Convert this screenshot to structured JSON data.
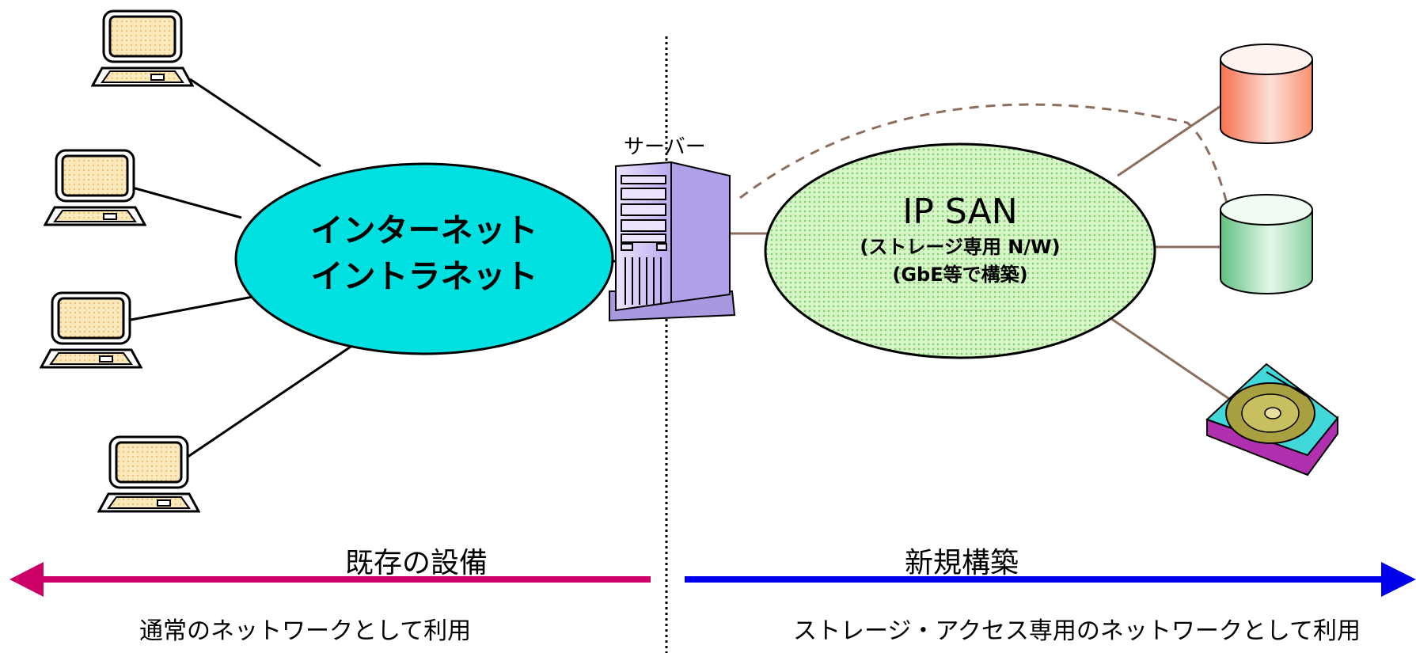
{
  "server": {
    "label": "サーバー"
  },
  "internet_cloud": {
    "line1": "インターネット",
    "line2": "イントラネット"
  },
  "ipsan_cloud": {
    "title": "IP SAN",
    "line1": "(ストレージ専用 N/W)",
    "line2": "(GbE等で構築)"
  },
  "left_section": {
    "heading": "既存の設備",
    "caption": "通常のネットワークとして利用",
    "arrow_color": "#cc0066"
  },
  "right_section": {
    "heading": "新規構築",
    "caption": "ストレージ・アクセス専用のネットワークとして利用",
    "arrow_color": "#0000ee"
  },
  "colors": {
    "internet_fill": "#00e0e0",
    "ipsan_fill": "#ccf0b8",
    "pc_screen": "#fbe3a8",
    "server_body": "#d8c8f8",
    "storage_link": "#8c6e5e",
    "storage_red": "#f8b8a8",
    "storage_green": "#c0e8c8"
  },
  "icons": [
    "computer-icon",
    "server-icon",
    "database-icon",
    "hard-disk-icon"
  ]
}
